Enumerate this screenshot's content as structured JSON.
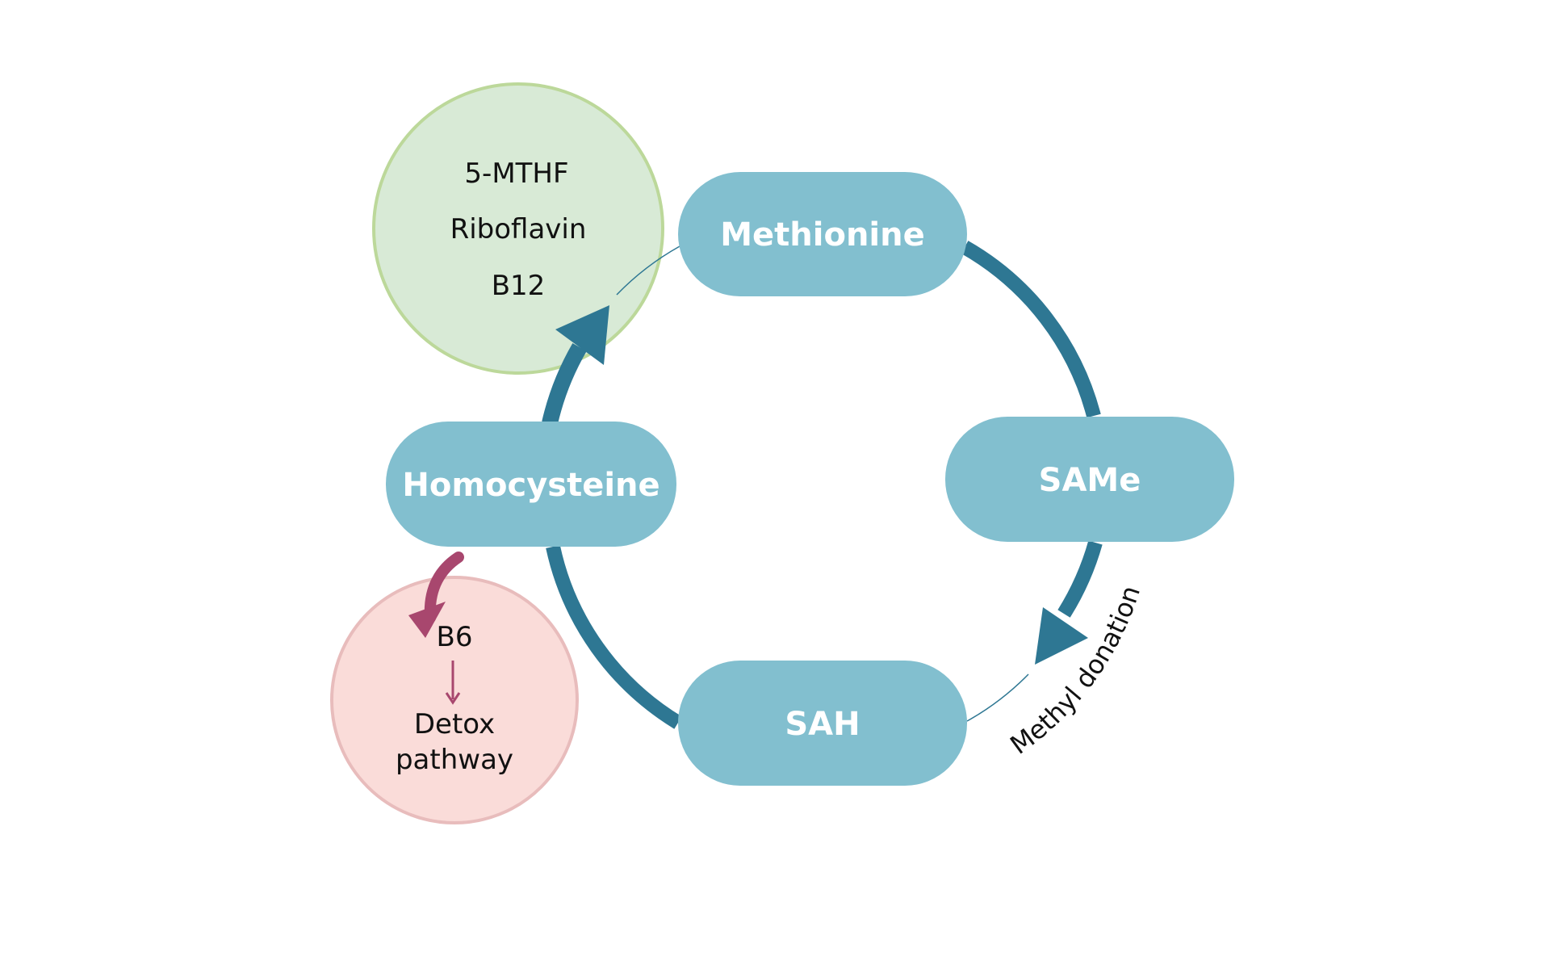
{
  "colors": {
    "pill_fill": "#82bfcf",
    "cycle_arrow": "#2e7793",
    "green_fill": "#d8ead6",
    "green_stroke": "#bcd89a",
    "pink_fill": "#fadcd9",
    "pink_stroke": "#e8bcbc",
    "pink_arrow": "#a8476e",
    "pill_text": "#ffffff",
    "label_text": "#111111"
  },
  "cycle": {
    "nodes": {
      "methionine": "Methionine",
      "same": "SAMe",
      "sah": "SAH",
      "homocysteine": "Homocysteine"
    },
    "edge_label": "Methyl donation"
  },
  "cofactors_green": {
    "items": [
      "5-MTHF",
      "Riboflavin",
      "B12"
    ]
  },
  "cofactors_pink": {
    "cofactor": "B6",
    "outcome_line1": "Detox",
    "outcome_line2": "pathway"
  }
}
